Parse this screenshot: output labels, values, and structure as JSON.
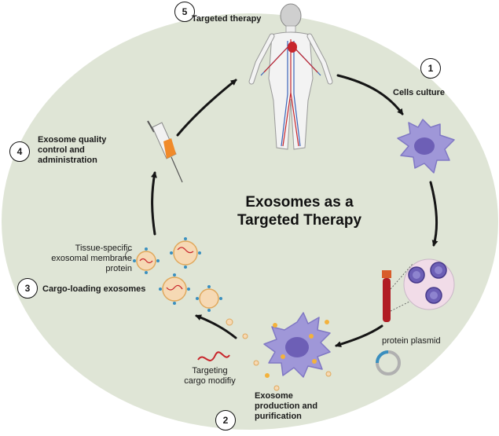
{
  "title_line1": "Exosomes as a",
  "title_line2": "Targeted Therapy",
  "steps": [
    {
      "number": "1",
      "lines": [
        "Cells culture"
      ]
    },
    {
      "number": "2",
      "lines": [
        "Exosome",
        "production and",
        "purification"
      ]
    },
    {
      "number": "3",
      "lines": [
        "Cargo-loading exosomes"
      ]
    },
    {
      "number": "4",
      "lines": [
        "Exosome quality",
        "control and",
        "administration"
      ]
    },
    {
      "number": "5",
      "lines": [
        "Targeted therapy"
      ]
    }
  ],
  "annotations": {
    "membrane_protein": [
      "Tissue-specific",
      "exosomal membrane",
      "protein"
    ],
    "protein_plasmid": "protein plasmid",
    "cargo": [
      "Targeting",
      "cargo modifiy"
    ]
  },
  "colors": {
    "background": "#dfe5d6",
    "cell": "#9f97d8",
    "nucleus": "#6d5fb6",
    "exosome": "#f6d9b4",
    "blood": "#b11c24",
    "arrow": "#151515"
  }
}
